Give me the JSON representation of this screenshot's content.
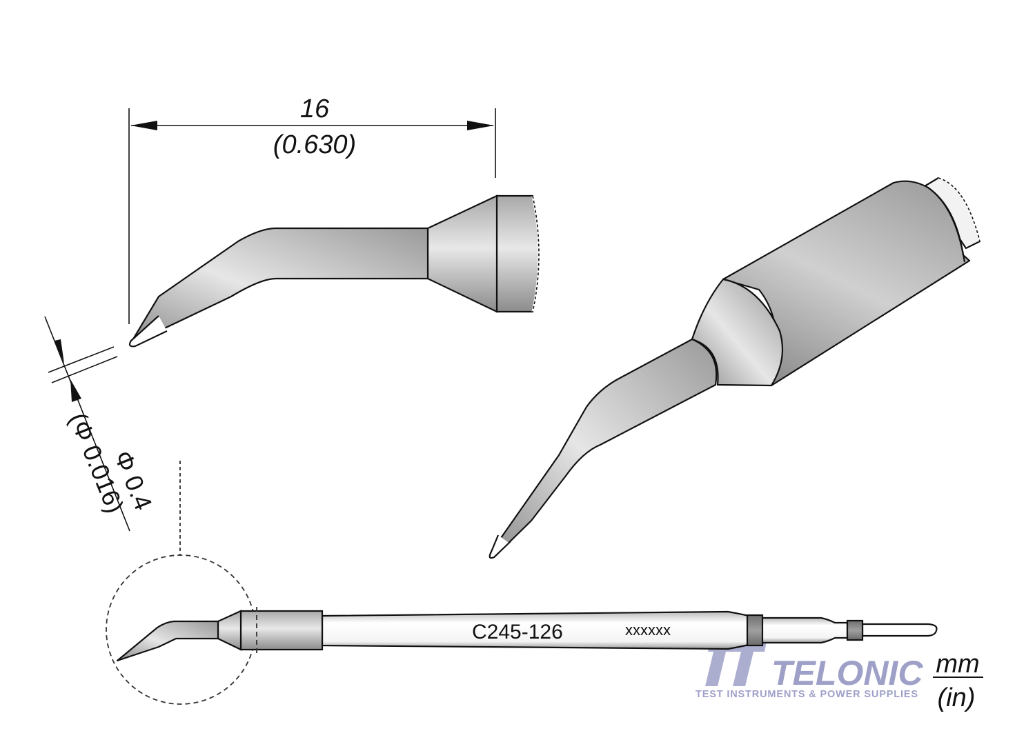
{
  "drawing": {
    "part_number": "C245-126",
    "serial_placeholder": "xxxxxx",
    "dimensions": {
      "length": {
        "mm": "16",
        "in": "(0.630)"
      },
      "tip_diameter": {
        "mm": "Φ 0.4",
        "in": "(Φ 0.016)"
      }
    },
    "units": {
      "primary": "mm",
      "secondary": "(in)"
    },
    "views": [
      "side-view-tip",
      "perspective-view-tip",
      "full-cartridge-view"
    ]
  },
  "watermark": {
    "brand": "TELONIC",
    "tagline": "TEST INSTRUMENTS & POWER SUPPLIES",
    "color": "#9ea0c8"
  },
  "colors": {
    "tip_body_light": "#e6e6e6",
    "tip_body_dark": "#8a8a8a",
    "outline": "#111111",
    "ring_dark": "#7d7d7d"
  }
}
